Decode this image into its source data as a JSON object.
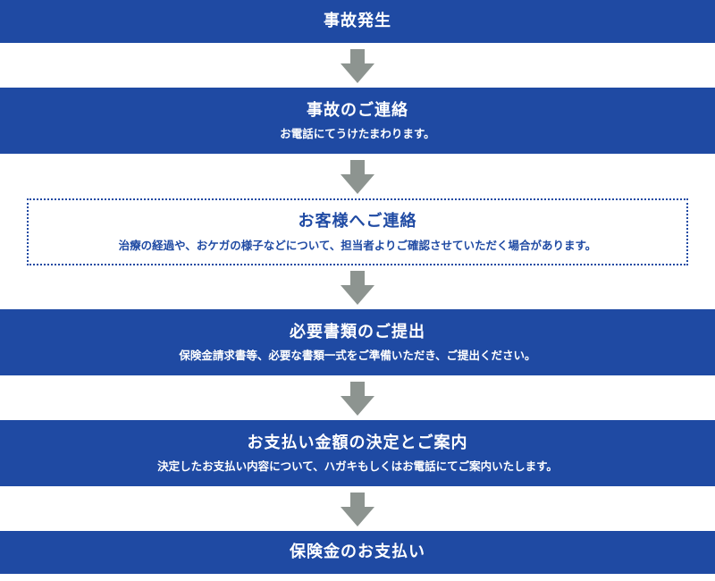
{
  "colors": {
    "primary": "#1f4aa3",
    "arrow": "#8d9490",
    "text_on_primary": "#ffffff"
  },
  "steps": [
    {
      "title": "事故発生",
      "desc": ""
    },
    {
      "title": "事故のご連絡",
      "desc": "お電話にてうけたまわります。"
    },
    {
      "title": "お客様へご連絡",
      "desc": "治療の経過や、おケガの様子などについて、担当者よりご確認させていただく場合があります。"
    },
    {
      "title": "必要書類のご提出",
      "desc": "保険金請求書等、必要な書類一式をご準備いただき、ご提出ください。"
    },
    {
      "title": "お支払い金額の決定とご案内",
      "desc": "決定したお支払い内容について、ハガキもしくはお電話にてご案内いたします。"
    },
    {
      "title": "保険金のお支払い",
      "desc": ""
    }
  ]
}
